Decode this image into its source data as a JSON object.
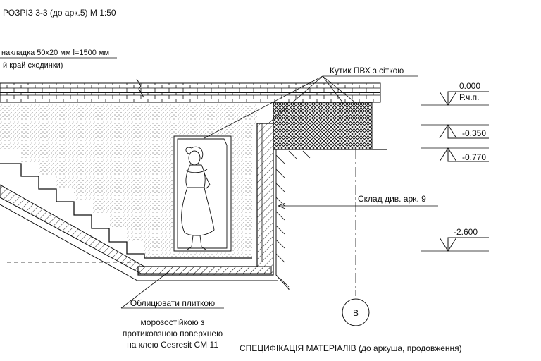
{
  "section_title": "РОЗРІЗ 3-3 (до арк.5) М 1:50",
  "notes": {
    "top_left_line1": "накладка 50x20 мм l=1500 мм",
    "top_left_line2": "й край сходинки)"
  },
  "callouts": {
    "pvc_corner": "Кутик ПВХ з сіткою",
    "composition": "Склад див. арк. 9",
    "tile_line1": "Облицювати плиткою",
    "tile_line2": "морозостійкою з",
    "tile_line3": "протиковзною поверхнею",
    "tile_line4": "на клею Cesresit CM 11"
  },
  "levels": {
    "zero": "0.000",
    "zero_sub": "Р.ч.п.",
    "l1": "-0.350",
    "l2": "-0.770",
    "l3": "-2.600"
  },
  "axis_marker": "В",
  "footer": "СПЕЦИФІКАЦІЯ МАТЕРІАЛІВ (до аркуша, продовження)"
}
